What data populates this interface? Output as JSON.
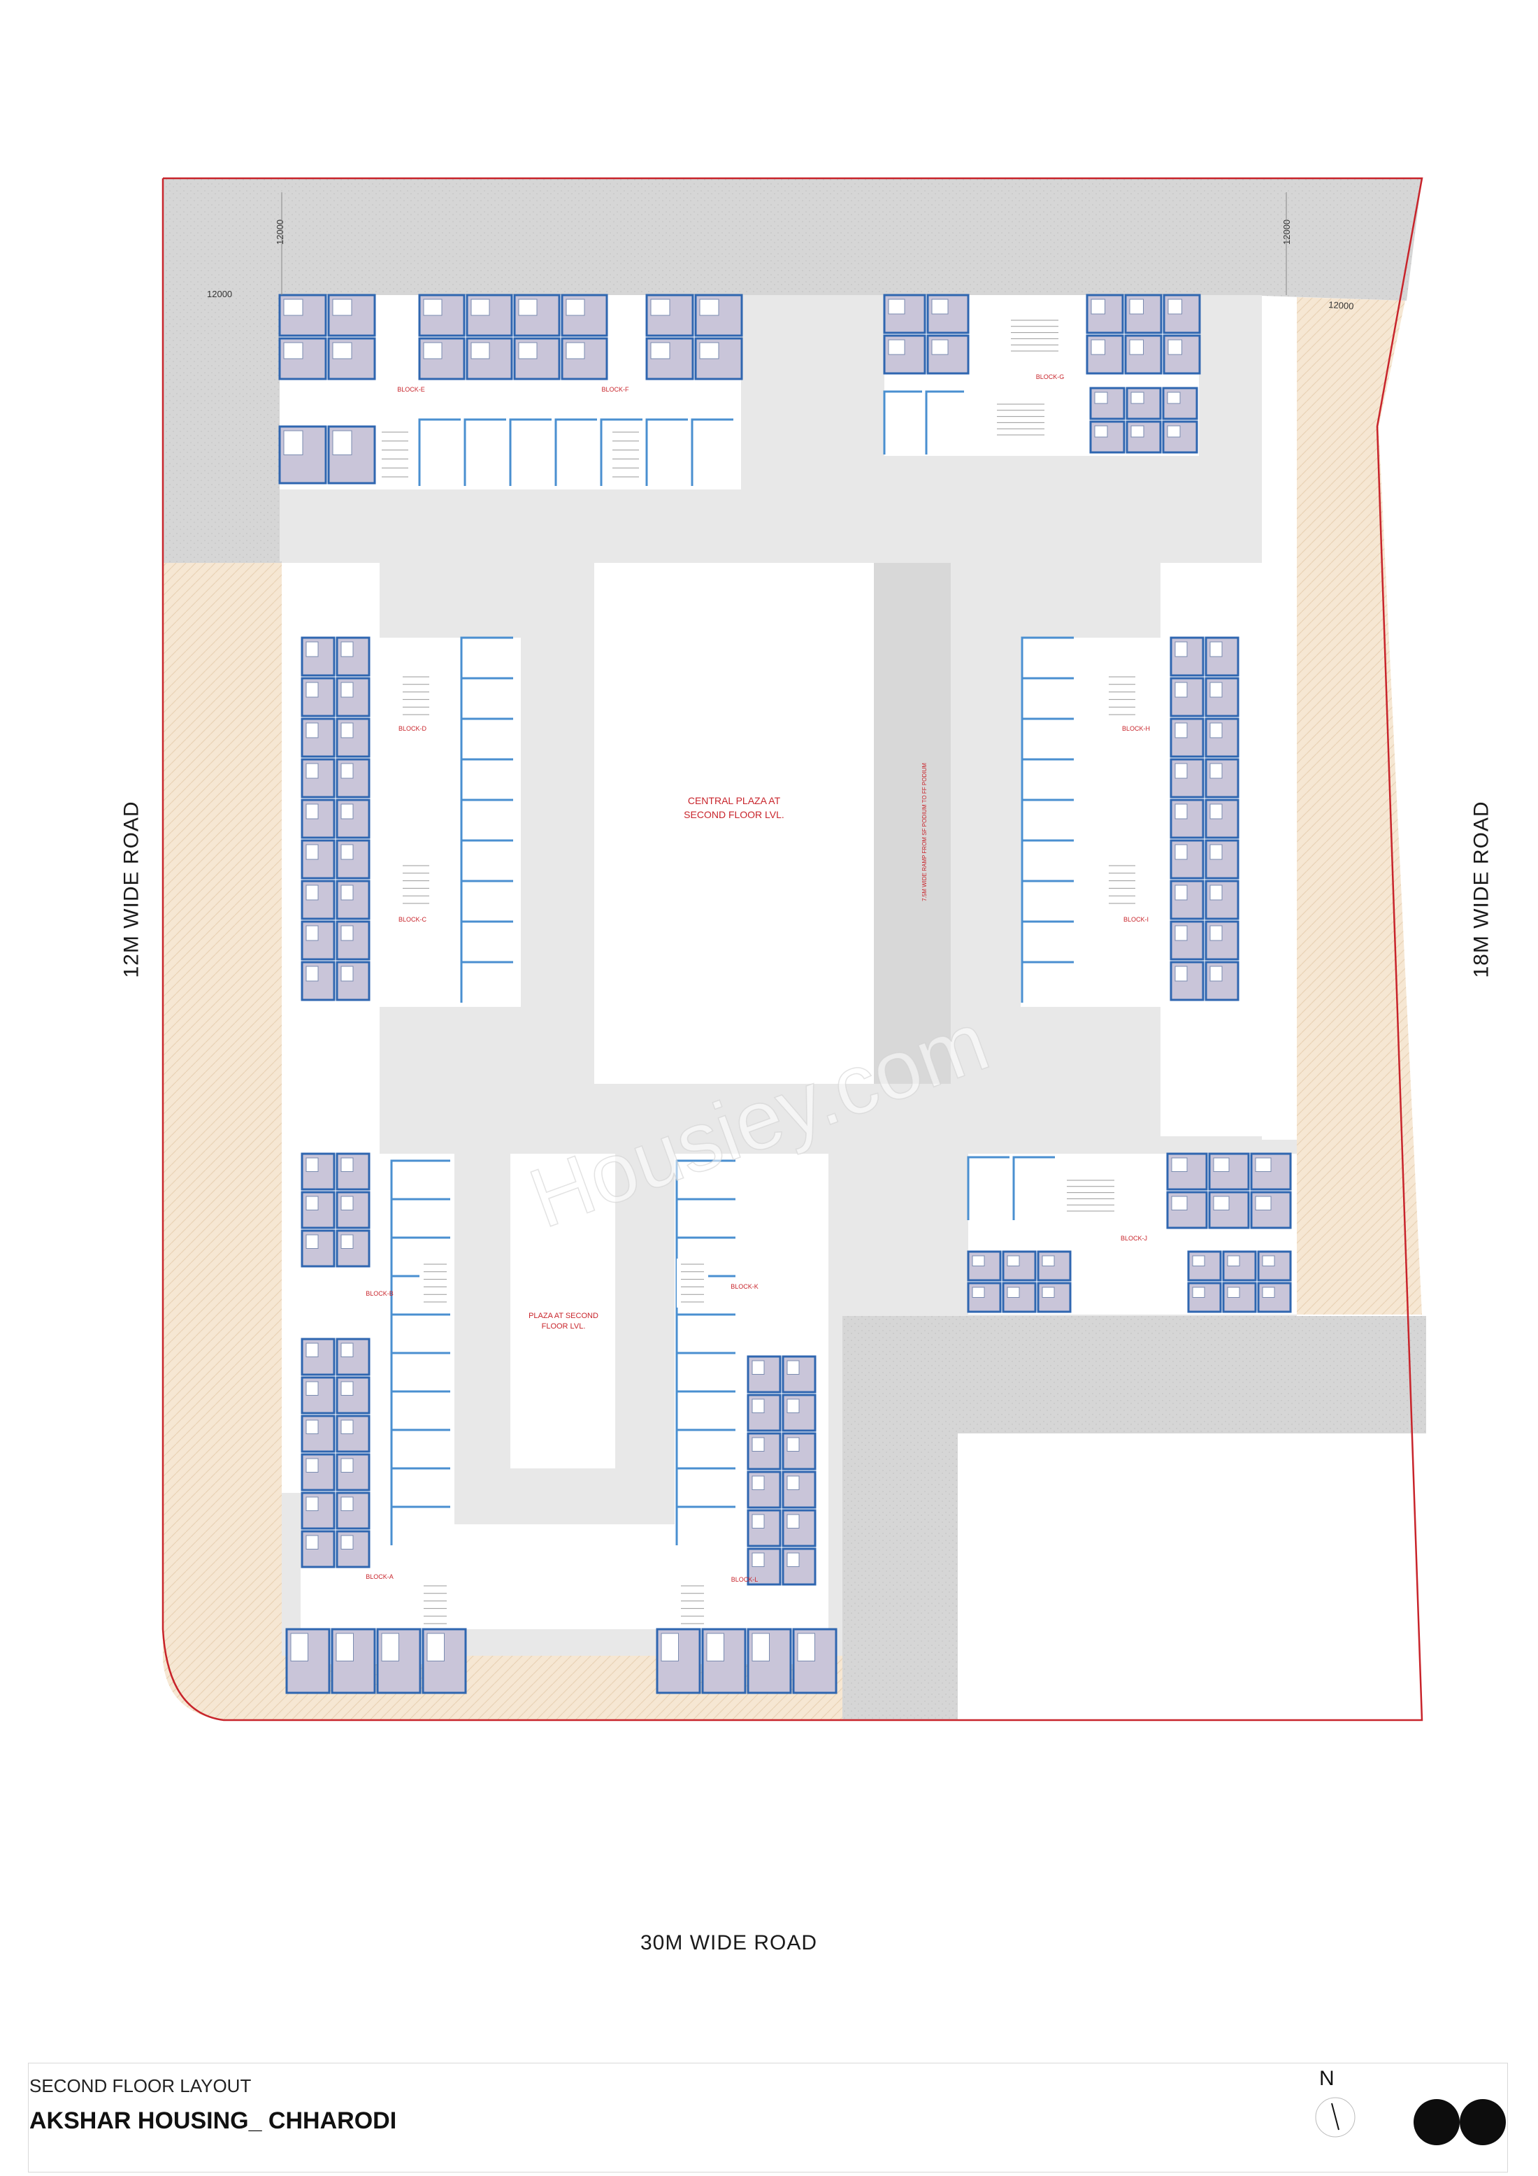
{
  "drawing": {
    "title": "SECOND FLOOR LAYOUT",
    "project": "AKSHAR HOUSING_ CHHARODI",
    "north": "N"
  },
  "roads": {
    "left": "12M WIDE ROAD",
    "right": "18M WIDE ROAD",
    "bottom": "30M WIDE ROAD"
  },
  "dimensions": {
    "top_left": "12000",
    "top_right": "12000",
    "left_top": "12000",
    "right_top": "12000"
  },
  "plazas": {
    "central_line1": "CENTRAL PLAZA AT",
    "central_line2": "SECOND FLOOR LVL.",
    "second_line1": "PLAZA AT SECOND",
    "second_line2": "FLOOR LVL.",
    "ramp_note": "7.5M WIDE RAMP FROM SF PODIUM TO FF PODIUM"
  },
  "blocks": {
    "a": "BLOCK-A",
    "b": "BLOCK-B",
    "c": "BLOCK-C",
    "d": "BLOCK-D",
    "e": "BLOCK-E",
    "f": "BLOCK-F",
    "g": "BLOCK-G",
    "h": "BLOCK-H",
    "i": "BLOCK-I",
    "j": "BLOCK-J",
    "k": "BLOCK-K",
    "l": "BLOCK-L"
  },
  "watermark": "Housiey.com",
  "colors": {
    "site_boundary": "#c8242b",
    "road_grey": "#d3d3d3",
    "setback_sand": "#f5e6d2",
    "podium": "#e8e8e8",
    "plaza": "#ffffff",
    "wall_blue": "#2f66b0",
    "unit_lilac": "#c9c5d9"
  }
}
